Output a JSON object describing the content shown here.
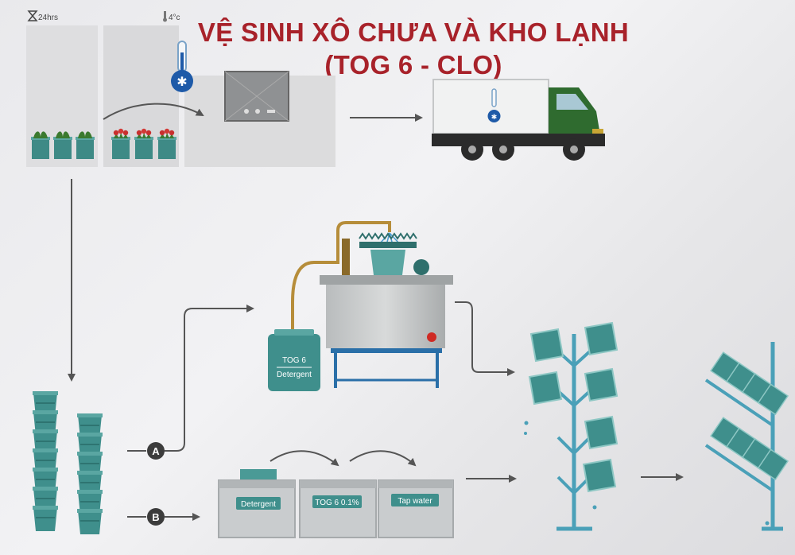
{
  "title": {
    "line1": "VỆ SINH XÔ CHƯA VÀ KHO LẠNH",
    "line2": "(TOG 6 - CLO)"
  },
  "coldroom": {
    "time_label": "24hrs",
    "temp_label": "4°c"
  },
  "tank": {
    "label_top": "TOG 6",
    "label_bottom": "Detergent"
  },
  "steps": {
    "a": "A",
    "b": "B"
  },
  "baths": [
    {
      "label": "Detergent"
    },
    {
      "label": "TOG 6 0.1%"
    },
    {
      "label": "Tap water"
    }
  ],
  "colors": {
    "title": "#a8222a",
    "bucket": "#3f8f8c",
    "truck_cab": "#2f6b2f",
    "arrow": "#555555"
  }
}
